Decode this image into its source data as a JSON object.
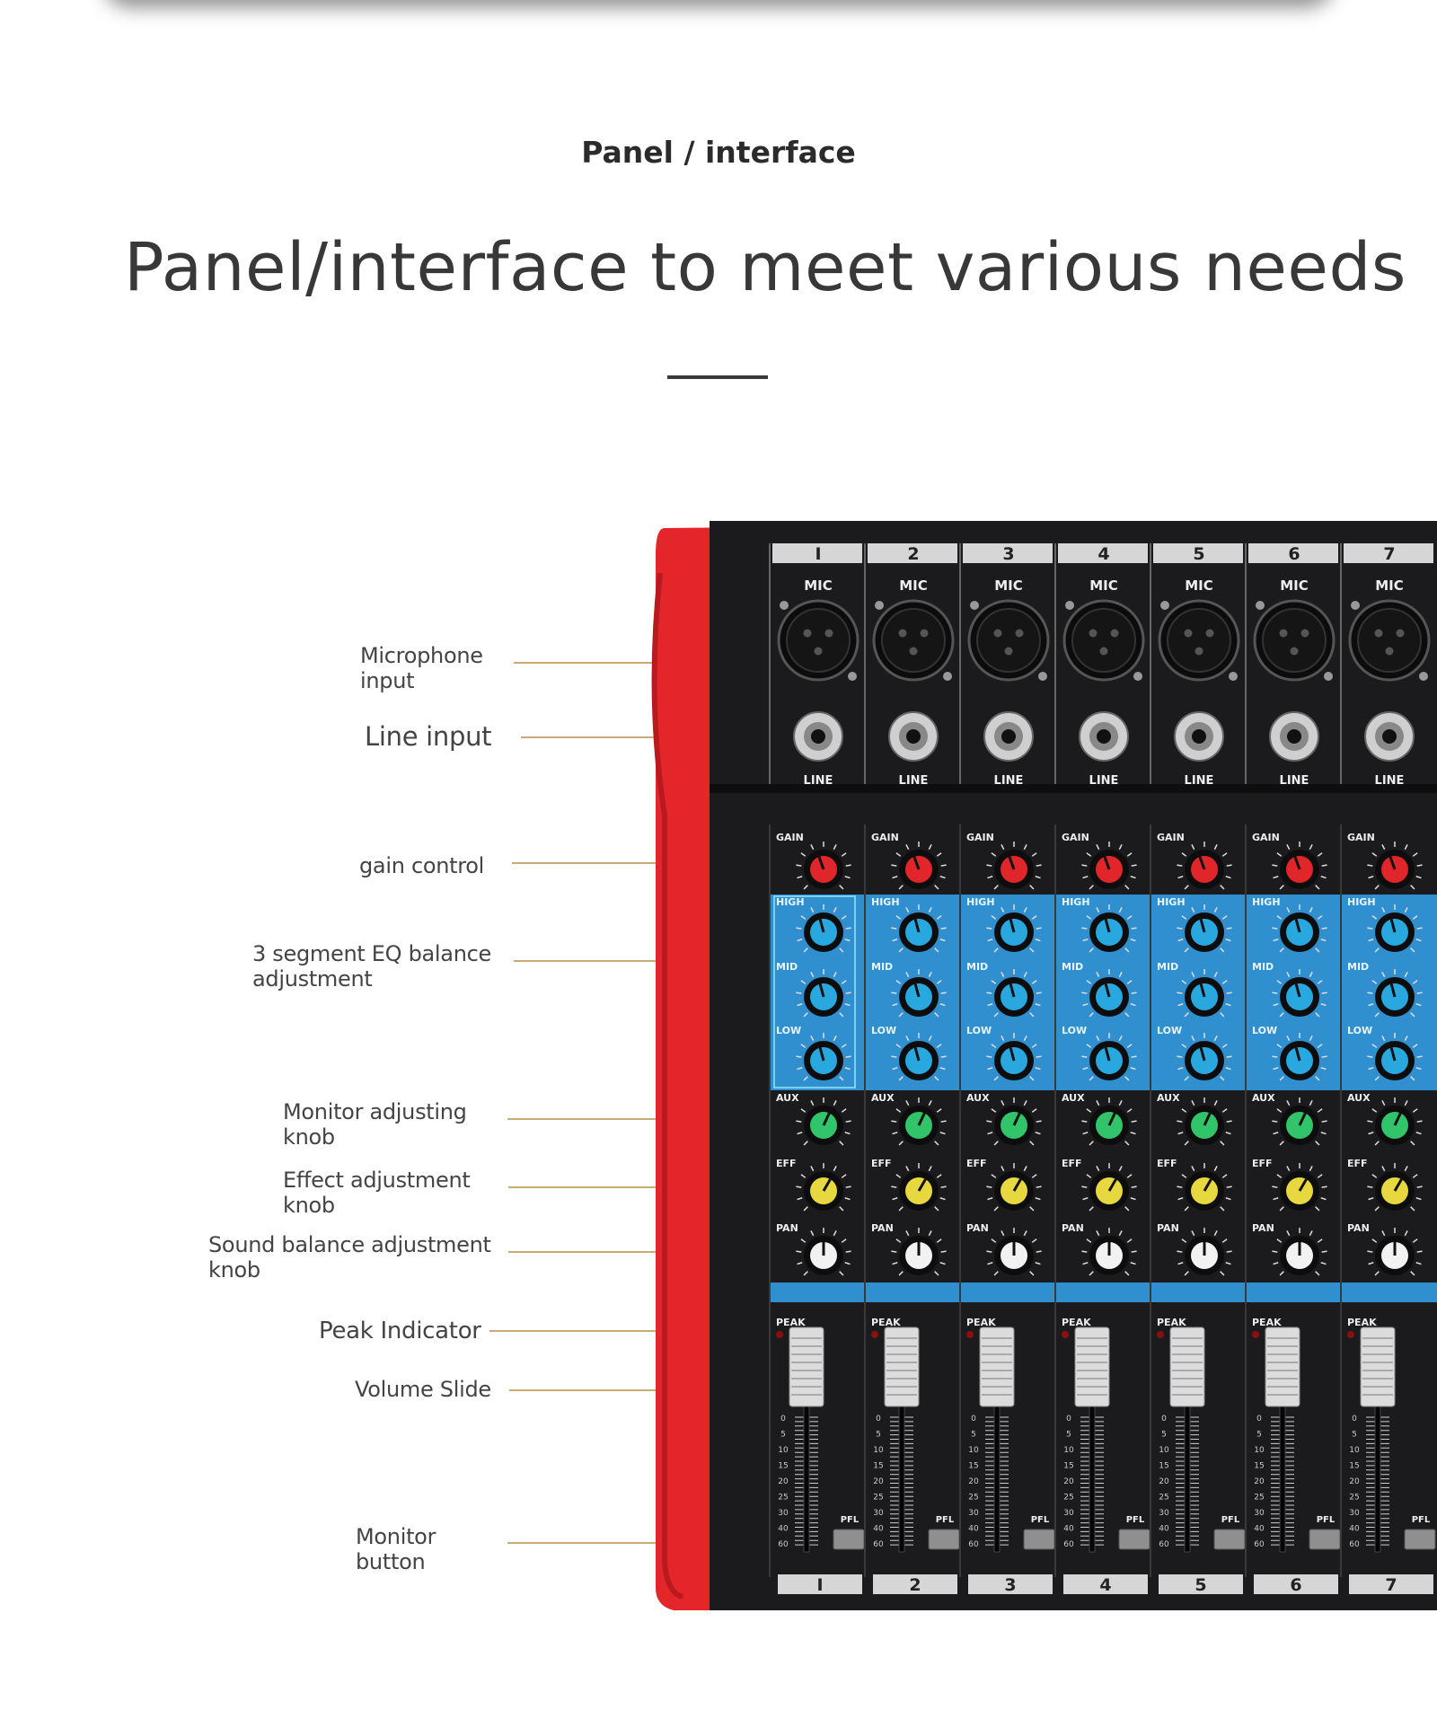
{
  "subtitle": "Panel / interface",
  "headline": "Panel/interface to meet various needs",
  "callouts": [
    {
      "id": "mic",
      "lines": [
        "Microphone",
        "input"
      ]
    },
    {
      "id": "line",
      "lines": [
        "Line input"
      ]
    },
    {
      "id": "gain",
      "lines": [
        "gain control"
      ]
    },
    {
      "id": "eq",
      "lines": [
        "3 segment EQ balance",
        "adjustment"
      ]
    },
    {
      "id": "monitor",
      "lines": [
        "Monitor adjusting",
        "knob"
      ]
    },
    {
      "id": "effect",
      "lines": [
        "Effect adjustment",
        "knob"
      ]
    },
    {
      "id": "pan",
      "lines": [
        "Sound balance adjustment",
        "knob"
      ]
    },
    {
      "id": "peak",
      "lines": [
        "Peak Indicator"
      ]
    },
    {
      "id": "fader",
      "lines": [
        "Volume Slide"
      ]
    },
    {
      "id": "pfl",
      "lines": [
        "Monitor",
        "button"
      ]
    }
  ],
  "mixer": {
    "channels": [
      "1",
      "2",
      "3",
      "4",
      "5",
      "6",
      "7"
    ],
    "top_channel_labels": [
      "I",
      "2",
      "3",
      "4",
      "5",
      "6",
      "7"
    ],
    "bottom_channel_labels": [
      "I",
      "2",
      "3",
      "4",
      "5",
      "6",
      "7"
    ],
    "mic_label": "MIC",
    "line_label": "LINE",
    "gain_label": "GAIN",
    "eq_labels": [
      "HIGH",
      "MID",
      "LOW"
    ],
    "aux_label": "AUX",
    "eff_label": "EFF",
    "pan_label": "PAN",
    "peak_label": "PEAK",
    "pfl_label": "PFL",
    "fader_scale": [
      "0",
      "5",
      "10",
      "15",
      "20",
      "25",
      "30",
      "40",
      "60"
    ],
    "colors": {
      "body": "#1b1b1d",
      "red_side": "#e4262a",
      "eq_band": "#2f8fcf",
      "gain_knob": "#e0262a",
      "eq_knob": "#29a8e0",
      "aux_knob": "#32c46a",
      "eff_knob": "#e8d840",
      "pan_knob": "#f2f2f2",
      "leader": "#c9ab7a"
    }
  }
}
